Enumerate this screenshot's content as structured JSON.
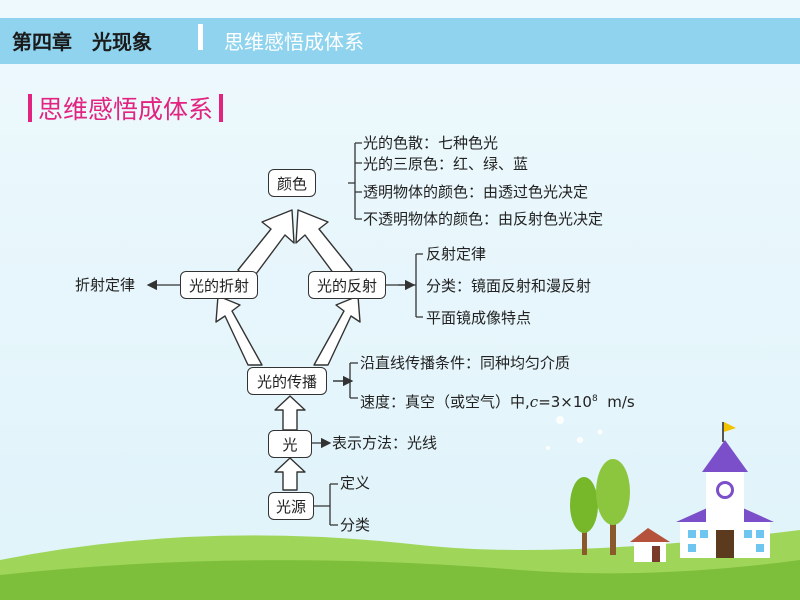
{
  "header": {
    "chapter": "第四章　光现象",
    "system": "思维感悟成体系"
  },
  "section_title": "思维感悟成体系",
  "nodes": {
    "color": "颜色",
    "refraction": "光的折射",
    "reflection": "光的反射",
    "propagation": "光的传播",
    "light": "光",
    "source": "光源"
  },
  "color_branch": [
    "光的色散：七种色光",
    "光的三原色：红、绿、蓝",
    "透明物体的颜色：由透过色光决定",
    "不透明物体的颜色：由反射色光决定"
  ],
  "refraction_law": "折射定律",
  "reflection_branch": [
    "反射定律",
    "分类：镜面反射和漫反射",
    "平面镜成像特点"
  ],
  "propagation_branch": {
    "condition": "沿直线传播条件：同种均匀介质",
    "speed_prefix": "速度：真空（或空气）中,",
    "speed_var": "c",
    "speed_eq": "=3×10",
    "speed_exp": "8",
    "speed_unit": "m/s"
  },
  "light_branch": "表示方法：光线",
  "source_branch": [
    "定义",
    "分类"
  ],
  "colors": {
    "header": "#8fd3ee",
    "accent": "#e2237f",
    "sky": "#eaf8fc",
    "grass": "#8cc63f"
  }
}
